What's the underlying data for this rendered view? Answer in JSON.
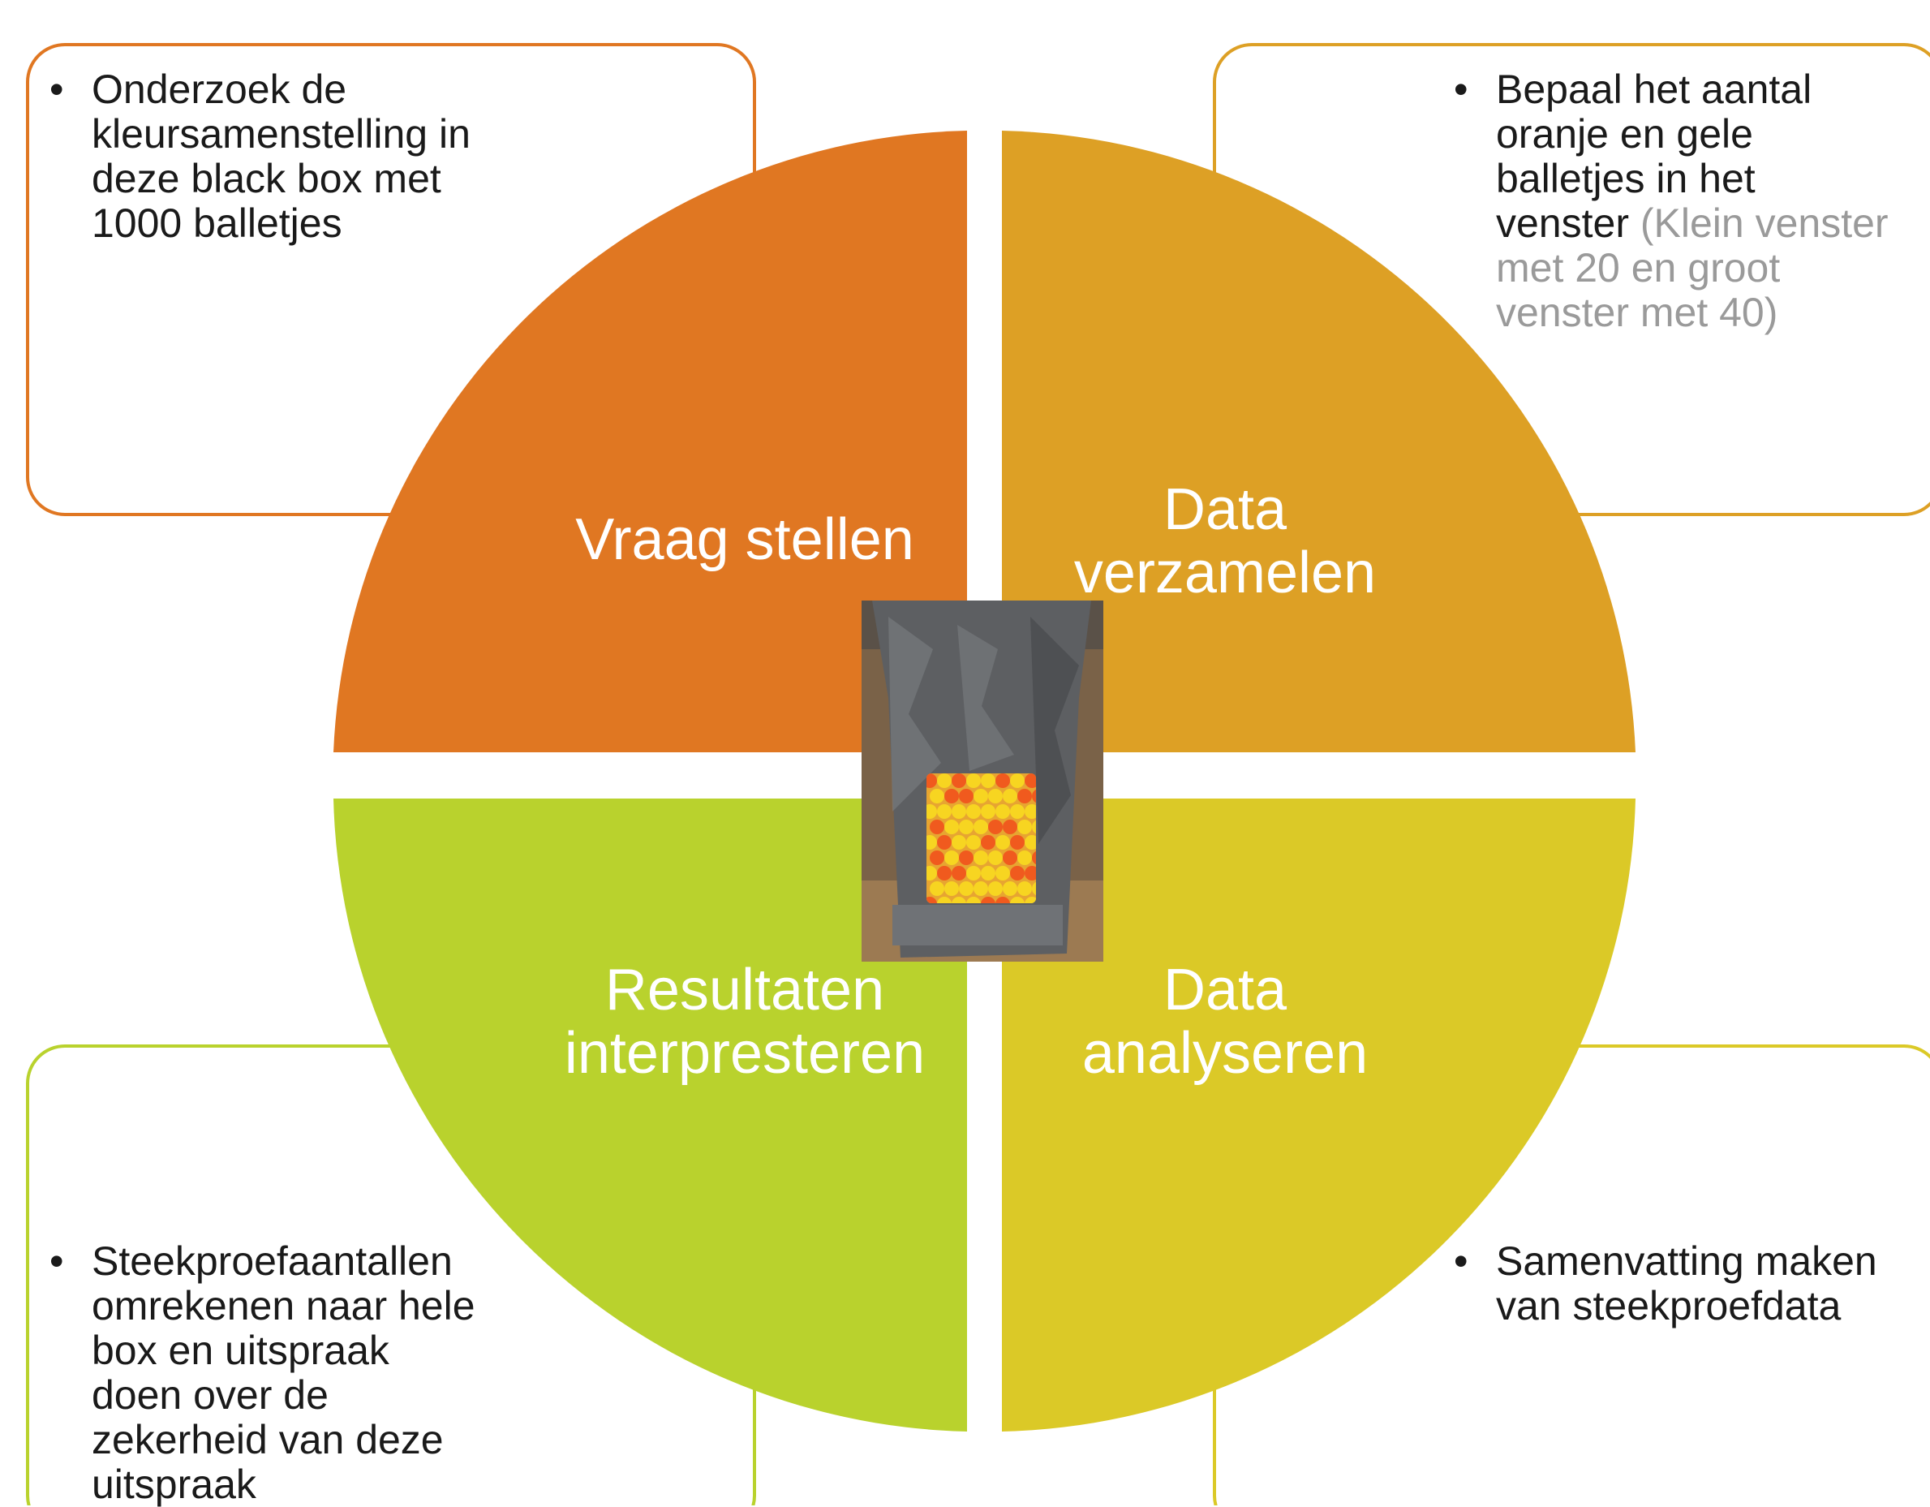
{
  "quadrants": [
    {
      "id": "top-left",
      "label": "Vraag stellen",
      "color": "#E07722"
    },
    {
      "id": "top-right",
      "label_line1": "Data",
      "label_line2": "verzamelen",
      "color": "#DDA025"
    },
    {
      "id": "bottom-left",
      "label_line1": "Resultaten",
      "label_line2": "interpresteren",
      "color": "#B9D22D"
    },
    {
      "id": "bottom-right",
      "label_line1": "Data",
      "label_line2": "analyseren",
      "color": "#DBC927"
    }
  ],
  "boxes": {
    "top_left": {
      "bullet": "•",
      "lines": [
        "Onderzoek de",
        "kleursamenstelling in",
        "deze black box met",
        "1000 balletjes"
      ],
      "border_color": "#E07722"
    },
    "top_right": {
      "bullet": "•",
      "lines": [
        "Bepaal het aantal",
        "oranje en gele",
        "balletjes in het"
      ],
      "line4_dark": "venster",
      "line4_muted": " (Klein venster",
      "muted_lines": [
        "met 20 en groot",
        "venster met 40)"
      ],
      "border_color": "#DDA025"
    },
    "bottom_left": {
      "bullet": "•",
      "lines": [
        "Steekproefaantallen",
        "omrekenen naar hele",
        "box en uitspraak",
        "doen over de",
        "zekerheid van deze",
        "uitspraak"
      ],
      "border_color": "#B9D22D"
    },
    "bottom_right": {
      "bullet": "•",
      "lines": [
        "Samenvatting maken",
        "van steekproefdata"
      ],
      "border_color": "#DBC927"
    }
  },
  "photo": {
    "subject": "black-box-container-with-orange-and-yellow-balls",
    "ball_colors": [
      "#F05A1E",
      "#F7D521"
    ]
  }
}
